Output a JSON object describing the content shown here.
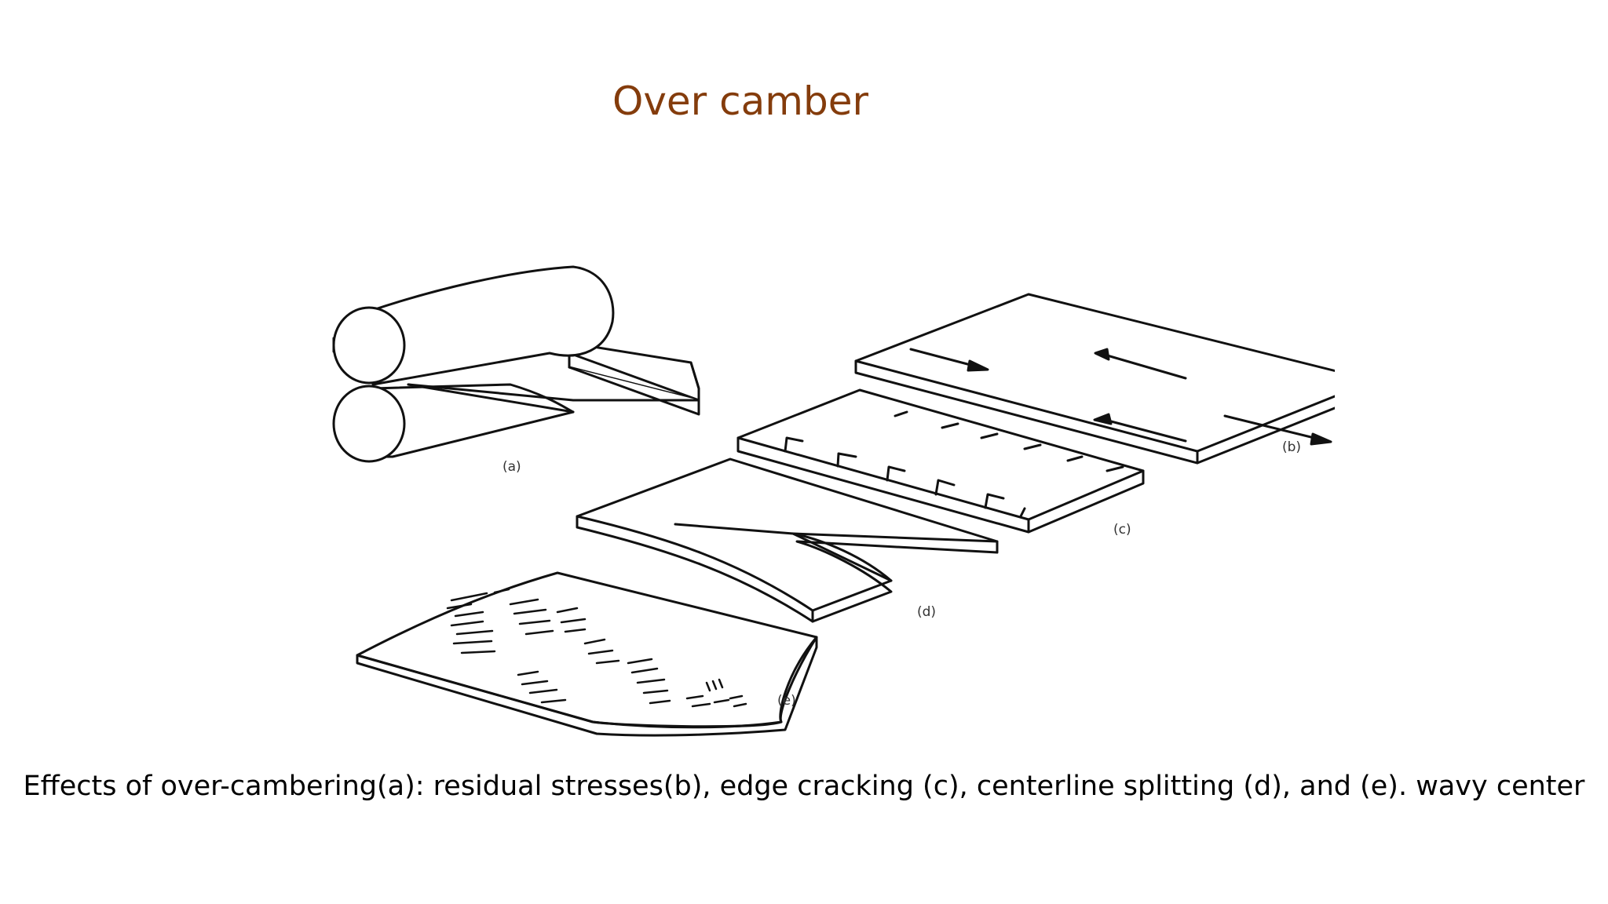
{
  "slide": {
    "title": "Over camber",
    "caption": "Effects of over-cambering(a): residual stresses(b), edge cracking (c), centerline splitting (d), and (e). wavy center"
  },
  "figure": {
    "labels": {
      "a": "(a)",
      "b": "(b)",
      "c": "(c)",
      "d": "(d)",
      "e": "(e)"
    }
  },
  "colors": {
    "title": "#843c0c",
    "text": "#000000",
    "line": "#111111"
  }
}
